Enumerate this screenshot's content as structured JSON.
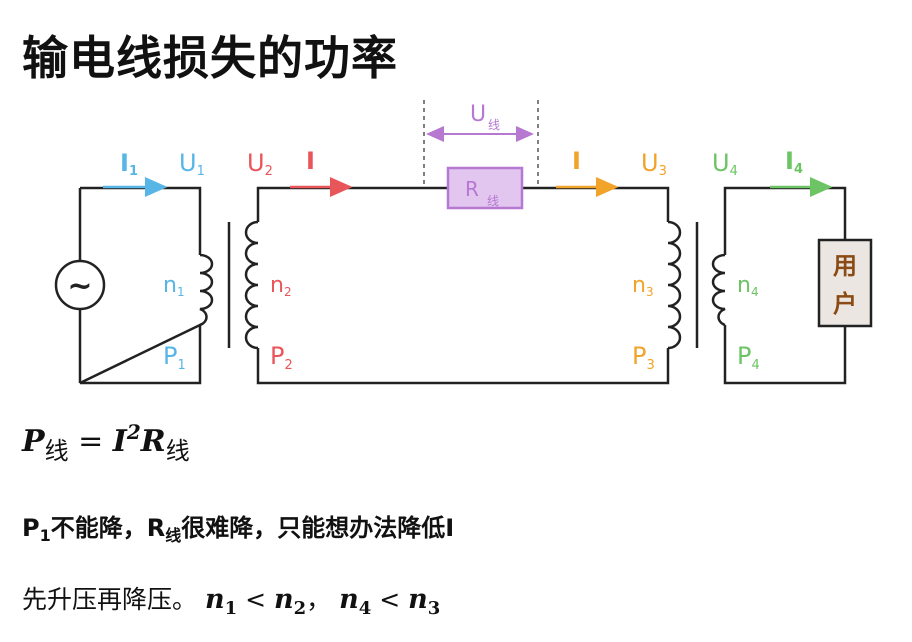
{
  "title": "输电线损失的功率",
  "colors": {
    "blue": "#58b6e6",
    "red": "#e8565a",
    "purple": "#b678d0",
    "orange": "#f2a32a",
    "green": "#6cc464",
    "wire": "#222222",
    "resistor_fill": "#e2c6f0",
    "load_fill": "#ebe6e2",
    "load_text": "#8a4b14"
  },
  "labels": {
    "I": "I",
    "U": "U",
    "P": "P",
    "n": "n",
    "sub_1": "1",
    "sub_2": "2",
    "sub_3": "3",
    "sub_4": "4",
    "sub_line": "线",
    "R": "R",
    "source": "~",
    "load_1": "用",
    "load_2": "户"
  },
  "formula": {
    "P": "P",
    "sub": "线",
    "eq": " = ",
    "I": "I",
    "exp": "2",
    "R": "R",
    "sub2": "线"
  },
  "statement": {
    "p1": "P",
    "p1_sub": "1",
    "part1": "不能降，",
    "r": "R",
    "r_sub": "线",
    "part2": "很难降，只能想办法降低I"
  },
  "conclusion": {
    "text": "先升压再降压。 ",
    "n": "n",
    "s1": "1",
    "lt": " < ",
    "s2": "2",
    "comma": "，  ",
    "s4": "4",
    "s3": "3"
  }
}
